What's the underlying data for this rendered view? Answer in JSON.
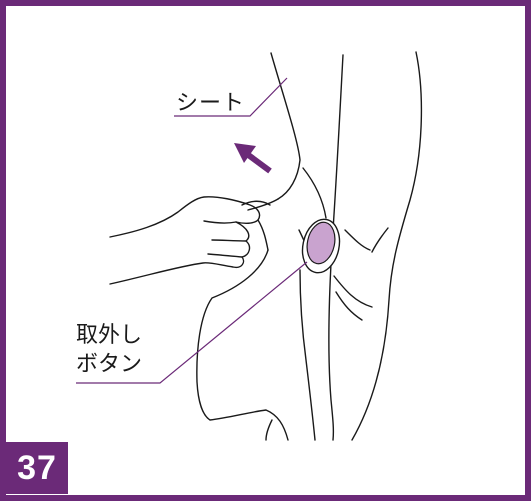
{
  "labels": {
    "seat": "シート",
    "release_button_line1": "取外し",
    "release_button_line2": "ボタン"
  },
  "step_number": "37",
  "colors": {
    "frame": "#6b2a78",
    "leader_line": "#6b2a78",
    "arrow": "#6b2a78",
    "button_fill": "#c9a3cf",
    "line_art": "#1a1a1a"
  },
  "icons": {
    "direction_arrow": "arrow-up-left-icon"
  }
}
